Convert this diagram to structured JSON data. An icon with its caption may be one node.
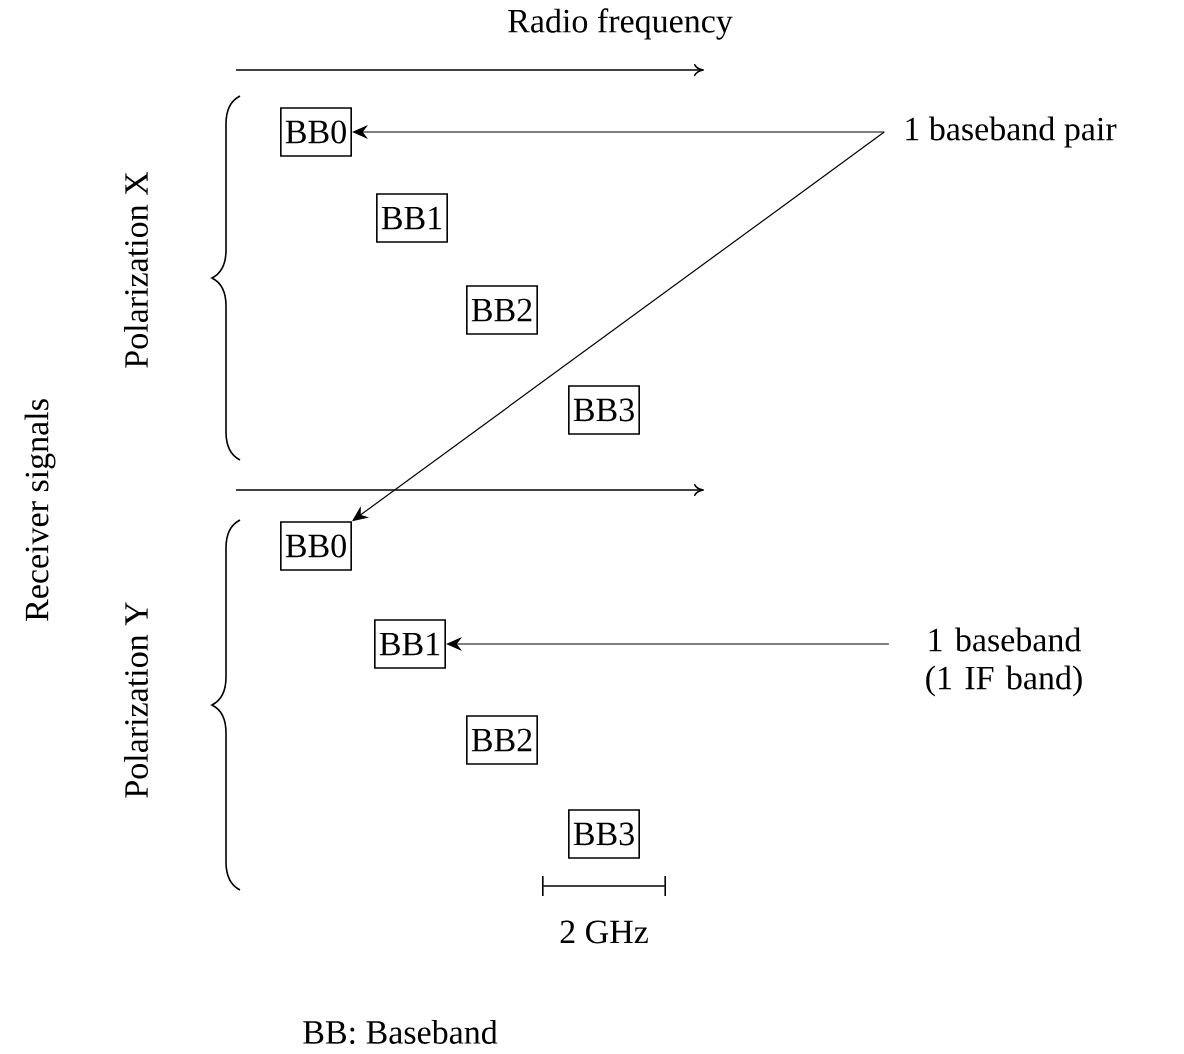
{
  "diagram": {
    "nodes": [
      {
        "text": [
          "BB0"
        ]
      },
      {
        "text": [
          "BB1"
        ]
      },
      {
        "text": [
          "BB2"
        ]
      },
      {
        "text": [
          "BB3"
        ]
      },
      {
        "text": [
          "BB0"
        ]
      },
      {
        "text": [
          "BB1"
        ]
      },
      {
        "text": [
          "BB2"
        ]
      },
      {
        "text": [
          "BB3"
        ]
      },
      {
        "text": [
          "1 baseband pair"
        ]
      },
      {
        "text": [
          "1 baseband (1 IF band)"
        ]
      }
    ],
    "edges": [
      {
        "from": 8,
        "to": 0,
        "arrow": "to"
      },
      {
        "from": 8,
        "to": 4,
        "arrow": "to"
      },
      {
        "from": 9,
        "to": 5,
        "arrow": "to"
      }
    ],
    "labels": [
      "Radio frequency",
      "Polarization X",
      "Receiver signals",
      "Polarization Y",
      "2 GHz",
      "BB: Baseband"
    ]
  }
}
